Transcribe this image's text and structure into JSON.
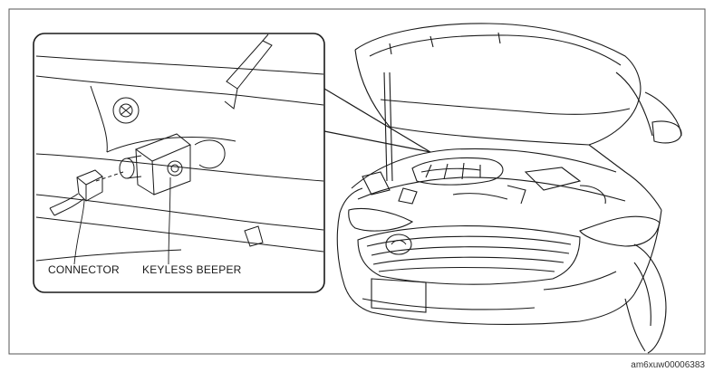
{
  "labels": {
    "connector": "CONNECTOR",
    "keyless_beeper": "KEYLESS BEEPER"
  },
  "figure_id": "am6xuw00006383",
  "colors": {
    "line": "#1a1a1a",
    "background": "#ffffff"
  }
}
